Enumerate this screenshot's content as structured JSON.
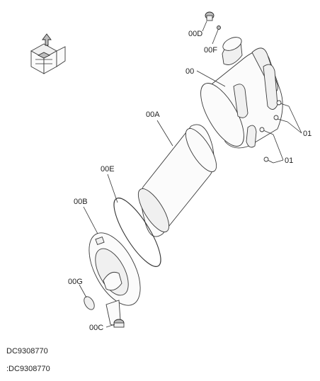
{
  "diagram": {
    "labels": {
      "00D": "00D",
      "00F": "00F",
      "00": "00",
      "00A": "00A",
      "00E": "00E",
      "00B": "00B",
      "00G": "00G",
      "00C": "00C",
      "01_upper": "01",
      "01_lower": "01"
    },
    "drawing_code": "DC9308770",
    "drawing_code_caption": ":DC9308770"
  }
}
